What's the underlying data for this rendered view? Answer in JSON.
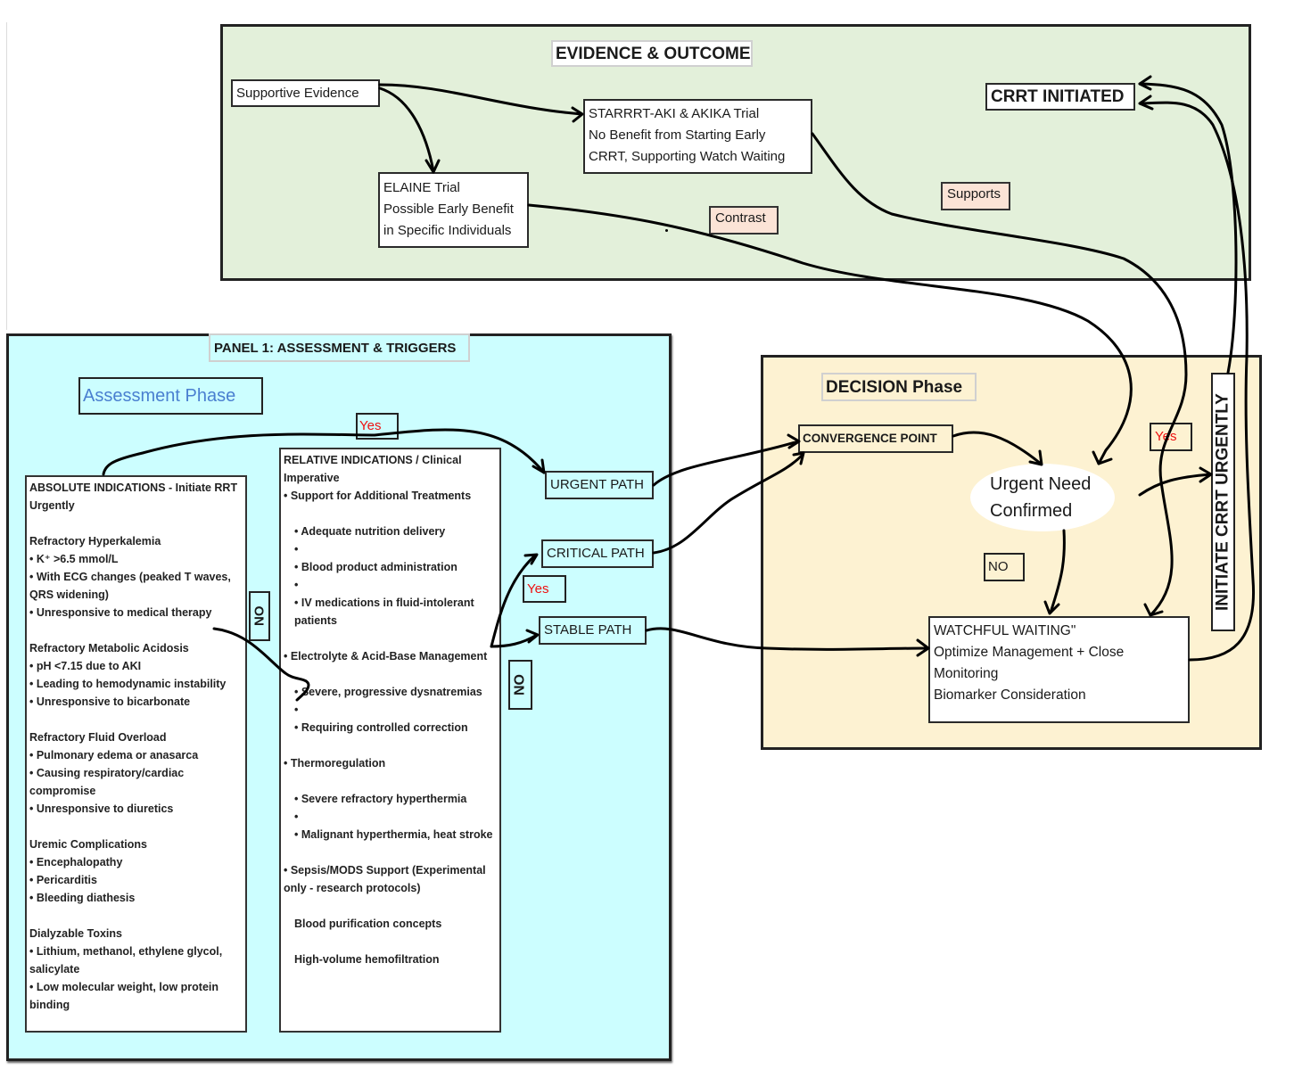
{
  "evidence_panel": {
    "title": "EVIDENCE & OUTCOME",
    "supportive_evidence": "Supportive Evidence",
    "starrrt": [
      "STARRRT-AKI & AKIKA Trial",
      "No Benefit from Starting Early",
      "CRRT, Supporting Watch Waiting"
    ],
    "elaine": [
      "ELAINE Trial",
      "Possible Early Benefit",
      "in Specific Individuals"
    ],
    "contrast_label": "Contrast",
    "supports_label": "Supports",
    "crrt_initiated": "CRRT INITIATED"
  },
  "assessment_panel": {
    "title": "PANEL 1: ASSESSMENT & TRIGGERS",
    "phase_label": "Assessment Phase",
    "yes_label": "Yes",
    "no_label_1": "NO",
    "no_label_2": "NO",
    "yes_critical_label": "Yes",
    "absolute": {
      "heading": "ABSOLUTE INDICATIONS - Initiate RRT Urgently",
      "groups": [
        {
          "title": "Refractory Hyperkalemia",
          "items": [
            "• K⁺ >6.5 mmol/L",
            "• With ECG changes (peaked T waves, QRS widening)",
            "• Unresponsive to medical therapy"
          ]
        },
        {
          "title": "Refractory Metabolic Acidosis",
          "items": [
            "• pH <7.15 due to AKI",
            "• Leading to hemodynamic instability",
            "• Unresponsive to bicarbonate"
          ]
        },
        {
          "title": "Refractory Fluid Overload",
          "items": [
            "• Pulmonary edema or anasarca",
            "• Causing respiratory/cardiac compromise",
            "• Unresponsive to diuretics"
          ]
        },
        {
          "title": "Uremic Complications",
          "items": [
            "• Encephalopathy",
            "• Pericarditis",
            "• Bleeding diathesis"
          ]
        },
        {
          "title": "Dialyzable Toxins",
          "items": [
            "• Lithium, methanol, ethylene glycol, salicylate",
            "• Low molecular weight, low protein binding"
          ]
        }
      ]
    },
    "relative": {
      "heading": "RELATIVE INDICATIONS / Clinical Imperative",
      "sections": [
        {
          "title": "• Support for Additional Treatments",
          "items": [
            "•  Adequate nutrition delivery",
            "•",
            "•  Blood product administration",
            "•",
            "•  IV medications in fluid-intolerant patients"
          ]
        },
        {
          "title": "• Electrolyte & Acid-Base Management",
          "items": [
            "•  Severe, progressive dysnatremias",
            "•",
            "•  Requiring controlled correction"
          ]
        },
        {
          "title": "• Thermoregulation",
          "items": [
            "•  Severe refractory hyperthermia",
            "•",
            "•  Malignant hyperthermia, heat stroke"
          ]
        },
        {
          "title": "• Sepsis/MODS Support (Experimental only - research protocols)",
          "items": [
            "Blood purification concepts",
            "High-volume hemofiltration"
          ]
        }
      ]
    },
    "paths": {
      "urgent": "URGENT PATH",
      "critical": "CRITICAL PATH",
      "stable": "STABLE PATH"
    }
  },
  "decision_panel": {
    "title": "DECISION Phase",
    "convergence": "CONVERGENCE POINT",
    "urgent_need": [
      "Urgent Need",
      "Confirmed"
    ],
    "yes_label": "Yes",
    "no_label": "NO",
    "watchful": [
      "WATCHFUL WAITING\"",
      "Optimize Management + Close",
      "Monitoring",
      "Biomarker Consideration"
    ],
    "initiate": "INITIATE CRRT URGENTLY"
  },
  "colors": {
    "evidence_bg": "#e3f0da",
    "assessment_bg": "#ccfeff",
    "decision_bg": "#fdf2d2",
    "label_bg": "#fbe3d6",
    "yes_red": "#ee1111",
    "phase_blue": "#4a7fd0"
  }
}
